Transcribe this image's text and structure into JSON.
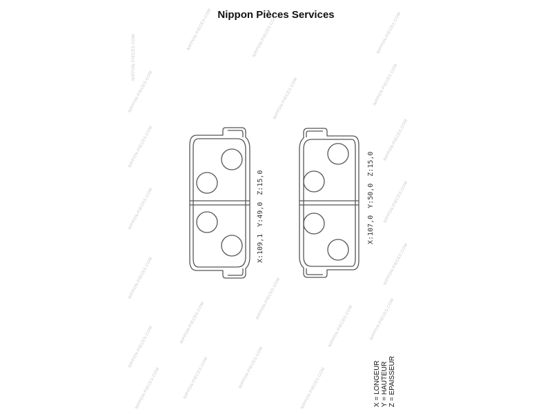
{
  "header": {
    "title": "Nippon Pièces Services"
  },
  "pads": [
    {
      "dim_x": "X:109,1",
      "dim_y": "Y:49,0",
      "dim_z": "Z:15,0"
    },
    {
      "dim_x": "X:107,0",
      "dim_y": "Y:50,0",
      "dim_z": "Z:15,0"
    }
  ],
  "legend": {
    "x": "X = LONGEUR",
    "y": "Y = HAUTEUR",
    "z": "Z = EPAISSEUR"
  },
  "watermark": "NIPPON-PIECES.COM",
  "colors": {
    "line": "#555555",
    "watermark": "#c9c9c9"
  }
}
